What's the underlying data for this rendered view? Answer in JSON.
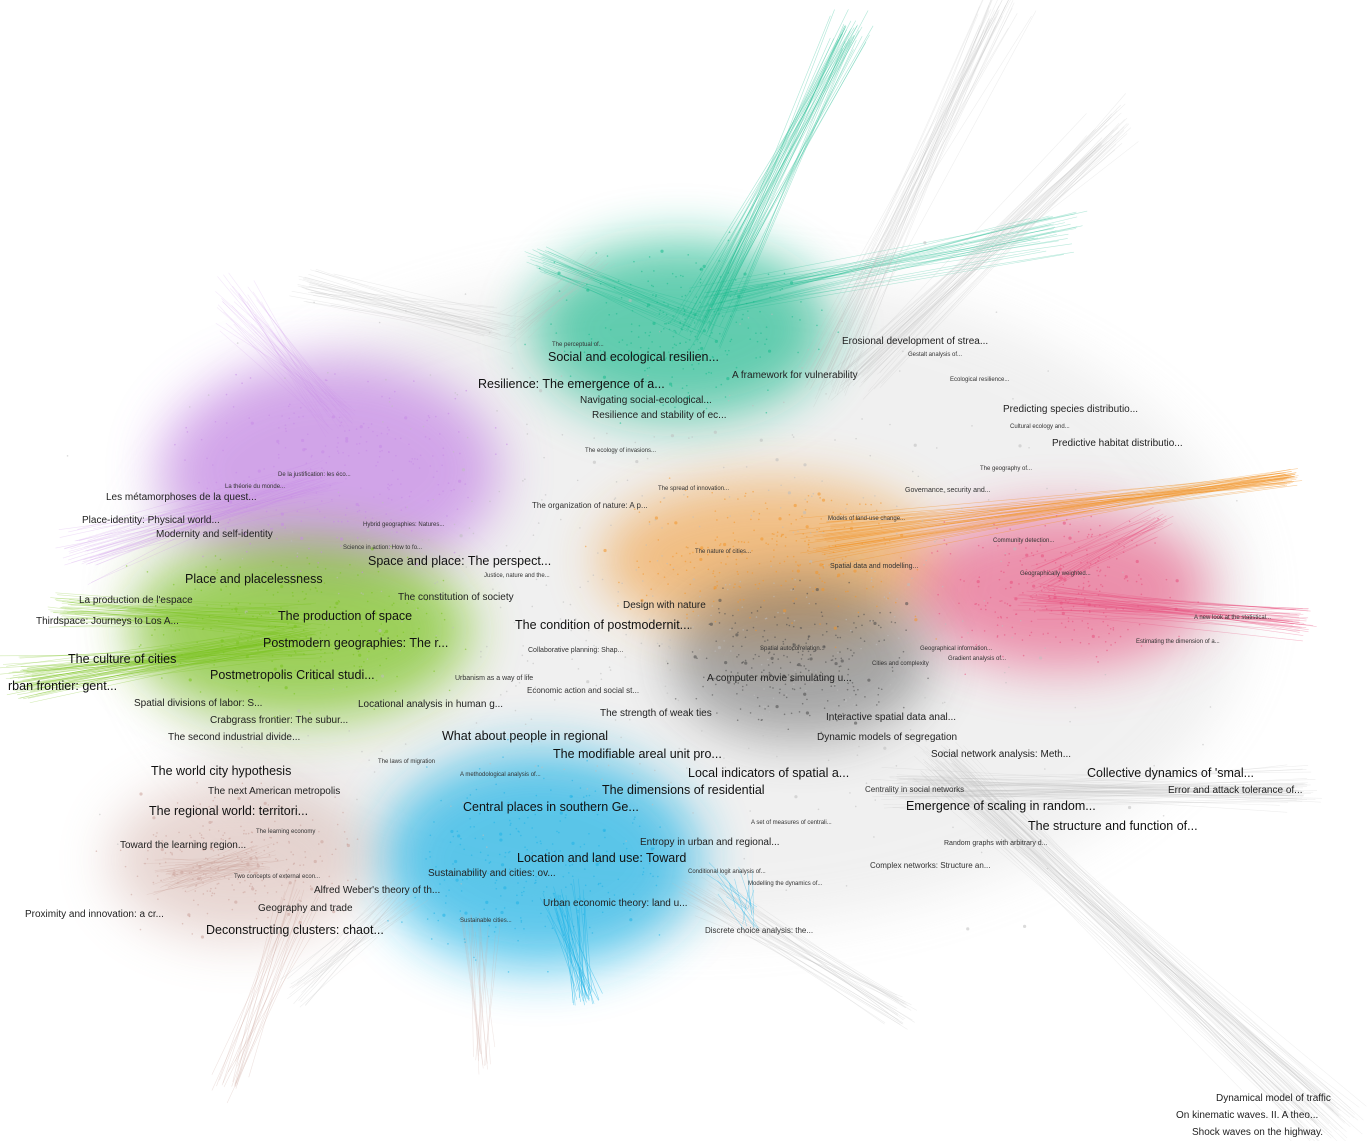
{
  "clusters": [
    {
      "id": "teal",
      "color": "#17b98c"
    },
    {
      "id": "purple",
      "color": "#c78be6"
    },
    {
      "id": "green",
      "color": "#79c21c"
    },
    {
      "id": "blue",
      "color": "#1fb3e6"
    },
    {
      "id": "orange",
      "color": "#f2952a"
    },
    {
      "id": "pink",
      "color": "#e8507e"
    },
    {
      "id": "dark",
      "color": "#4a4a4a"
    },
    {
      "id": "gray",
      "color": "#bdbdbd"
    },
    {
      "id": "brown",
      "color": "#caa39a"
    }
  ],
  "labels": {
    "large": [
      "Social and ecological resilien...",
      "Resilience: The emergence of a...",
      "Place and placelessness",
      "Space and place: The perspect...",
      "The production of space",
      "Postmodern geographies: The r...",
      "The culture of cities",
      "Postmetropolis Critical studi...",
      "The condition of postmodernit...",
      "What about people in regional",
      "The modifiable areal unit pro...",
      "The world city hypothesis",
      "The regional world: territori...",
      "Local indicators of spatial a...",
      "The dimensions of residential",
      "Central places in southern Ge...",
      "Location and land use: Toward",
      "Deconstructing clusters: chaot...",
      "Collective dynamics of 'smal...",
      "Emergence of scaling in random...",
      "The structure and function of...",
      "Social network analysis: Meth...",
      "Dynamic models of segregation",
      "A computer movie simulating u...",
      "rban frontier: gent...",
      "Dynamical model of traffic",
      "On kinematic waves. II. A theo...",
      "Shock waves on the highway."
    ],
    "medium": [
      "Erosional development of strea...",
      "Predicting species distributio...",
      "Predictive habitat distributio...",
      "Navigating social-ecological...",
      "Resilience and stability of ec...",
      "A framework for vulnerability",
      "Place-identity: Physical world...",
      "Modernity and self-identity",
      "Les métamorphoses de la quest...",
      "La production de l'espace",
      "Thirdspace: Journeys to Los A...",
      "Spatial divisions of labor: S...",
      "Crabgrass frontier: The subur...",
      "The second industrial divide...",
      "The next American metropolis",
      "Toward the learning region...",
      "Proximity and innovation: a cr...",
      "Alfred Weber's theory of th...",
      "Geography and trade",
      "Sustainability and cities: ov...",
      "Urban economic theory: land u...",
      "Entropy in urban and regional...",
      "Locational analysis in human g...",
      "The strength of weak ties",
      "Interactive spatial data anal...",
      "Design with nature",
      "The constitution of society",
      "Error and attack tolerance of...",
      "Centrality in social networks",
      "Complex networks: Structure an...",
      "Random graphs with arbitrary d...",
      "Discrete choice analysis: the...",
      "The organization of nature: A p...",
      "Spatial data and modelling...",
      "Governance, security and...",
      "Collaborative planning: Shap...",
      "Urbanism as a way of life",
      "Economic action and social st..."
    ],
    "small": [
      "The perceptual of...",
      "Ecological resilience...",
      "Gestalt analysis of...",
      "A new look at the statistical...",
      "Estimating the dimension of a...",
      "Cities and complexity",
      "A set of measures of centrali...",
      "Conditional logit analysis of...",
      "Modelling the dynamics of...",
      "Geographically weighted...",
      "Geographical information...",
      "The laws of migration",
      "A methodological analysis of...",
      "The learning economy",
      "Two concepts of external econ...",
      "The ecology of invasions...",
      "De la justification: les éco...",
      "La théorie du monde...",
      "Hybrid geographies: Natures...",
      "Science in action: How to fo...",
      "Justice, nature and the...",
      "The nature of cities...",
      "Cultural ecology and...",
      "The spread of innovation...",
      "Models of land-use change...",
      "Spatial autocorrelation...",
      "Community detection...",
      "The geography of...",
      "Gradient analysis of...",
      "Sustainable cities..."
    ]
  }
}
